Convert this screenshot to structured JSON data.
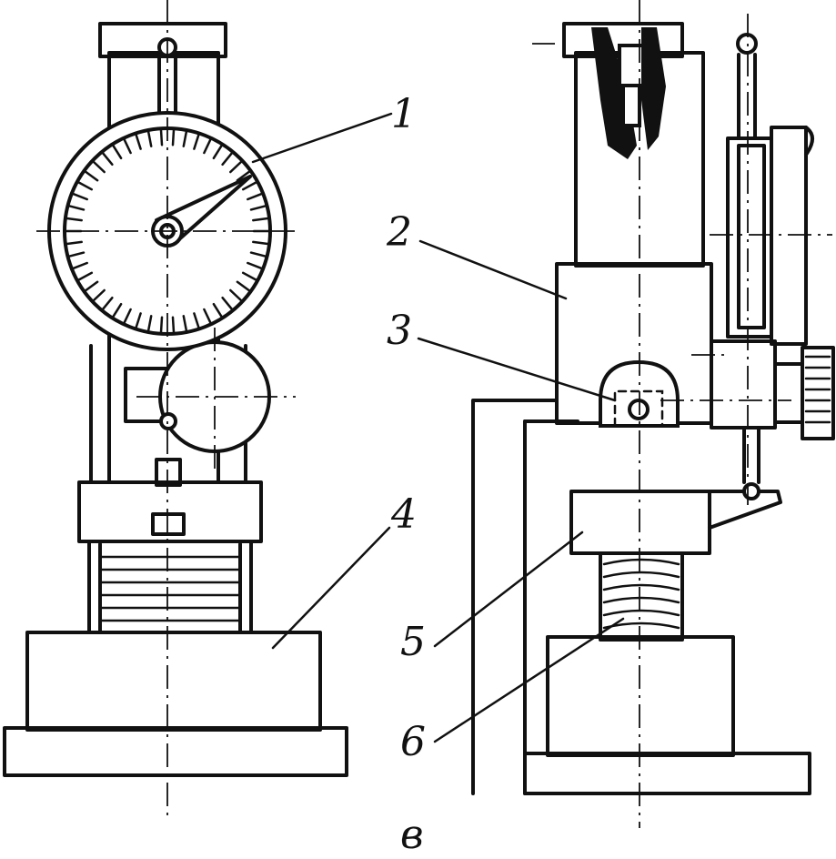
{
  "labels": {
    "dial_indicator": "1",
    "bracket": "2",
    "hinge": "3",
    "base": "4",
    "table": "5",
    "screw": "6",
    "caption": "в"
  }
}
